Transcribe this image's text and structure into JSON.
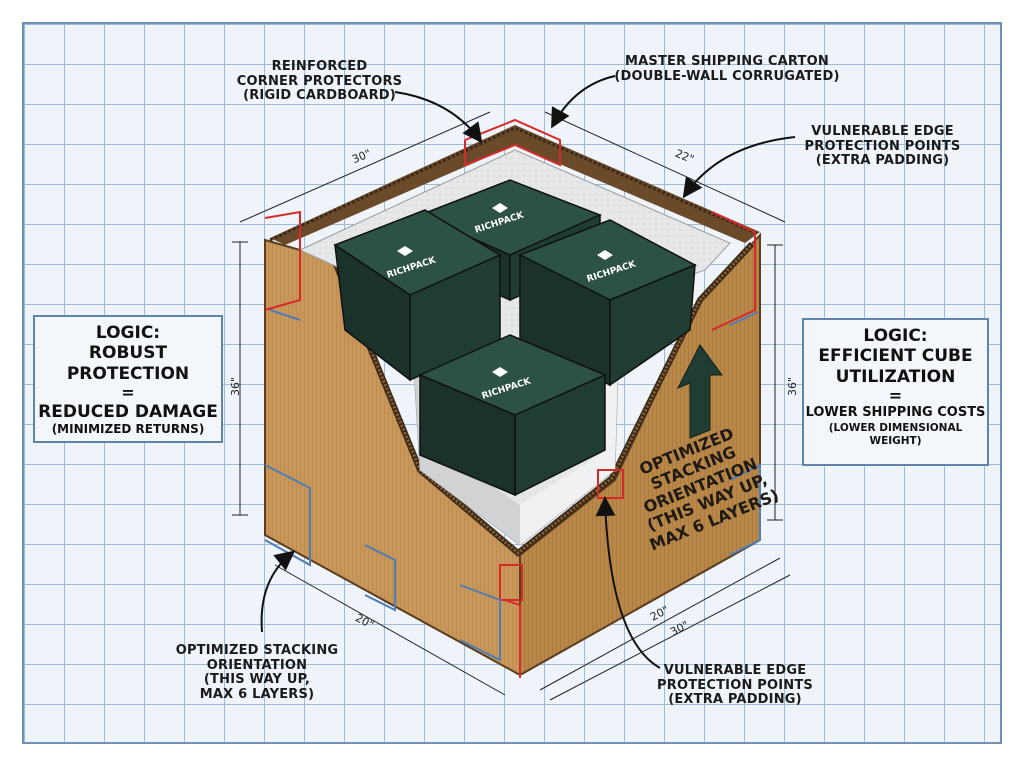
{
  "callouts": {
    "corner_protectors": [
      "REINFORCED",
      "CORNER PROTECTORS",
      "(RIGID CARDBOARD)"
    ],
    "master_carton": [
      "MASTER SHIPPING CARTON",
      "(DOUBLE-WALL CORRUGATED)"
    ],
    "edge_points_top": [
      "VULNERABLE EDGE",
      "PROTECTION POINTS",
      "(EXTRA PADDING)"
    ],
    "stacking_bottom": [
      "OPTIMIZED STACKING",
      "ORIENTATION",
      "(THIS WAY UP,",
      "MAX 6 LAYERS)"
    ],
    "edge_points_bottom": [
      "VULNERABLE EDGE",
      "PROTECTION POINTS",
      "(EXTRA PADDING)"
    ]
  },
  "left_box": {
    "line1": "LOGIC:",
    "line2": "ROBUST PROTECTION",
    "eq": "=",
    "line3": "REDUCED DAMAGE",
    "line4": "(MINIMIZED RETURNS)"
  },
  "right_box": {
    "line1": "LOGIC:",
    "line2": "EFFICIENT CUBE",
    "line3": "UTILIZATION",
    "eq": "=",
    "line4": "LOWER SHIPPING COSTS",
    "line5": "(LOWER DIMENSIONAL WEIGHT)"
  },
  "side_text": [
    "OPTIMIZED",
    "STACKING",
    "ORIENTATION",
    "(THIS WAY UP,",
    "MAX 6 LAYERS)"
  ],
  "dimensions": {
    "top_left": "30\"",
    "top_right": "22\"",
    "left_height": "36\"",
    "right_height": "36\"",
    "bottom_left": "20\"",
    "bottom_right_a": "20\"",
    "bottom_right_b": "30\""
  },
  "brand": "RICHPACK",
  "colors": {
    "cardboard": "#c9975a",
    "cardboard_dark": "#a97a45",
    "box_green": "#1f3d33",
    "foam": "#e6e7e8",
    "red_outline": "#d42a2a",
    "blue_outline": "#4f7db4"
  }
}
